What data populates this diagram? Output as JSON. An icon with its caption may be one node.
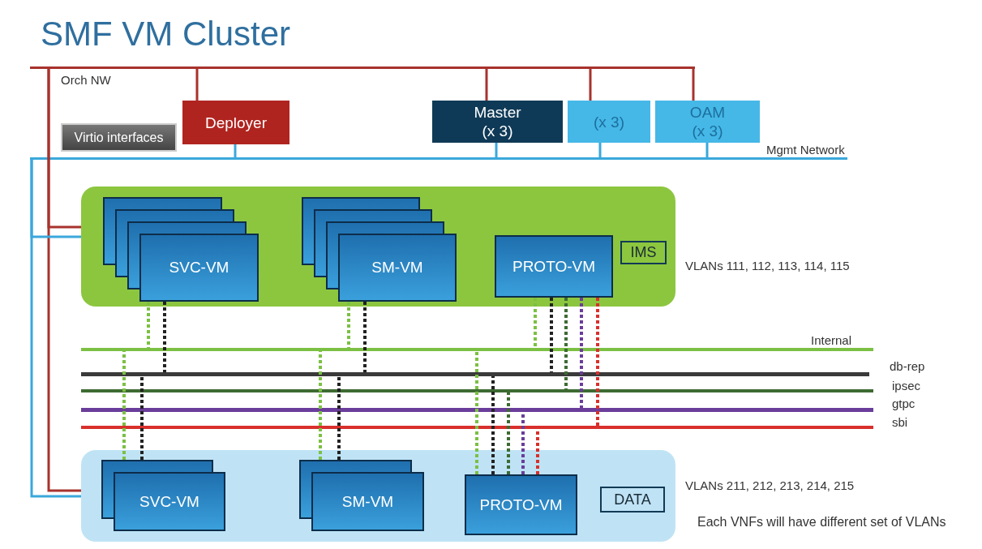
{
  "diagram": {
    "title": "SMF VM Cluster",
    "nodes": [
      {
        "text": [],
        "shape": "bar",
        "beside": [
          "Orch NW"
        ]
      },
      {
        "text": [
          "Deployer"
        ]
      },
      {
        "text": [
          "Virtio interfaces"
        ]
      },
      {
        "text": [
          "Master (x 3)"
        ]
      },
      {
        "text": [
          "(x 3)"
        ]
      },
      {
        "text": [
          "OAM (x 3)"
        ]
      },
      {
        "text": [],
        "shape": "bar",
        "beside": [
          "Mgmt Network"
        ]
      },
      {
        "text": [
          "IMS"
        ],
        "beside": [
          "VLANs 111, 112, 113, 114, 115"
        ]
      },
      {
        "text": [
          "SVC-VM"
        ],
        "in": 7
      },
      {
        "text": [
          "SM-VM"
        ],
        "in": 7
      },
      {
        "text": [
          "PROTO-VM"
        ],
        "in": 7
      },
      {
        "text": [],
        "shape": "bar",
        "beside": [
          "Internal"
        ]
      },
      {
        "text": [],
        "shape": "bar",
        "beside": [
          "db-rep"
        ]
      },
      {
        "text": [],
        "shape": "bar",
        "beside": [
          "ipsec"
        ]
      },
      {
        "text": [],
        "shape": "bar",
        "beside": [
          "gtpc"
        ]
      },
      {
        "text": [],
        "shape": "bar",
        "beside": [
          "sbi"
        ]
      },
      {
        "text": [
          "DATA"
        ],
        "beside": [
          "VLANs 211, 212, 213, 214, 215"
        ]
      },
      {
        "text": [
          "SVC-VM"
        ],
        "in": 16
      },
      {
        "text": [
          "SM-VM"
        ],
        "in": 16
      },
      {
        "text": [
          "PROTO-VM"
        ],
        "in": 16
      }
    ],
    "edges": [
      {
        "from": 0,
        "to": 1,
        "arrow": "none",
        "color": "#a8322d"
      },
      {
        "from": 0,
        "to": 3,
        "arrow": "none",
        "color": "#a8322d"
      },
      {
        "from": 0,
        "to": 4,
        "arrow": "none",
        "color": "#a8322d"
      },
      {
        "from": 0,
        "to": 5,
        "arrow": "none",
        "color": "#a8322d"
      },
      {
        "from": 0,
        "to": 7,
        "arrow": "none",
        "color": "#a8322d"
      },
      {
        "from": 0,
        "to": 16,
        "arrow": "none",
        "color": "#a8322d"
      },
      {
        "from": 6,
        "to": 1,
        "arrow": "none",
        "color": "#3aa8dc"
      },
      {
        "from": 6,
        "to": 3,
        "arrow": "none",
        "color": "#3aa8dc"
      },
      {
        "from": 6,
        "to": 4,
        "arrow": "none",
        "color": "#3aa8dc"
      },
      {
        "from": 6,
        "to": 5,
        "arrow": "none",
        "color": "#3aa8dc"
      },
      {
        "from": 6,
        "to": 7,
        "arrow": "none",
        "color": "#3aa8dc"
      },
      {
        "from": 6,
        "to": 16,
        "arrow": "none",
        "color": "#3aa8dc"
      },
      {
        "from": 8,
        "to": 11,
        "arrow": "none",
        "style": "dashed",
        "color": "#7bc043"
      },
      {
        "from": 8,
        "to": 12,
        "arrow": "none",
        "style": "dashed",
        "color": "#222222"
      },
      {
        "from": 9,
        "to": 11,
        "arrow": "none",
        "style": "dashed",
        "color": "#7bc043"
      },
      {
        "from": 9,
        "to": 12,
        "arrow": "none",
        "style": "dashed",
        "color": "#222222"
      },
      {
        "from": 10,
        "to": 11,
        "arrow": "none",
        "style": "dashed",
        "color": "#7bc043"
      },
      {
        "from": 10,
        "to": 12,
        "arrow": "none",
        "style": "dashed",
        "color": "#222222"
      },
      {
        "from": 10,
        "to": 13,
        "arrow": "none",
        "style": "dashed",
        "color": "#3d6b32"
      },
      {
        "from": 10,
        "to": 14,
        "arrow": "none",
        "style": "dashed",
        "color": "#6a3d9a"
      },
      {
        "from": 10,
        "to": 15,
        "arrow": "none",
        "style": "dashed",
        "color": "#d9302c"
      },
      {
        "from": 17,
        "to": 11,
        "arrow": "none",
        "style": "dashed",
        "color": "#7bc043"
      },
      {
        "from": 17,
        "to": 12,
        "arrow": "none",
        "style": "dashed",
        "color": "#222222"
      },
      {
        "from": 18,
        "to": 11,
        "arrow": "none",
        "style": "dashed",
        "color": "#7bc043"
      },
      {
        "from": 18,
        "to": 12,
        "arrow": "none",
        "style": "dashed",
        "color": "#222222"
      },
      {
        "from": 19,
        "to": 11,
        "arrow": "none",
        "style": "dashed",
        "color": "#7bc043"
      },
      {
        "from": 19,
        "to": 12,
        "arrow": "none",
        "style": "dashed",
        "color": "#222222"
      },
      {
        "from": 19,
        "to": 13,
        "arrow": "none",
        "style": "dashed",
        "color": "#3d6b32"
      },
      {
        "from": 19,
        "to": 14,
        "arrow": "none",
        "style": "dashed",
        "color": "#6a3d9a"
      },
      {
        "from": 19,
        "to": 15,
        "arrow": "none",
        "style": "dashed",
        "color": "#d9302c"
      }
    ],
    "labels": [
      "Each VNFs will have different set of VLANs"
    ]
  }
}
